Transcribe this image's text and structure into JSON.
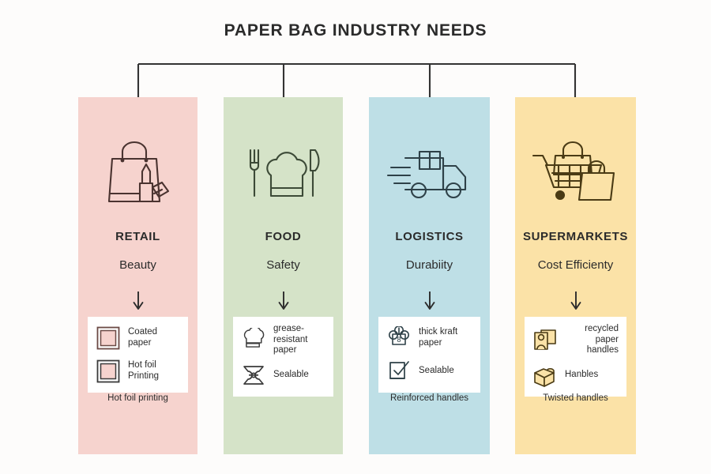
{
  "title": "PAPER BAG INDUSTRY NEEDS",
  "colors": {
    "background": "#fdfcfb",
    "connector": "#333333",
    "text": "#2b2b2b",
    "box": "#ffffff",
    "retail": "#f6d3ce",
    "food": "#d5e3c8",
    "logistics": "#bedfe6",
    "supermarkets": "#fbe2a7"
  },
  "columns": [
    {
      "id": "retail",
      "title": "RETAIL",
      "subtitle": "Beauty",
      "hero_icon": "shopping-bag-with-cosmetics-icon",
      "arrow_icon": "down-arrow-icon",
      "features": [
        {
          "icon": "nested-square-icon",
          "label": "Coated paper"
        },
        {
          "icon": "nested-square-icon",
          "label": "Hot foil Printing"
        }
      ],
      "footer": "Hot foil printing"
    },
    {
      "id": "food",
      "title": "FOOD",
      "subtitle": "Safety",
      "hero_icon": "fork-chef-hat-knife-icon",
      "arrow_icon": "down-arrow-icon",
      "features": [
        {
          "icon": "chef-hat-icon",
          "label": "grease-resistant paper"
        },
        {
          "icon": "sealed-wrapper-icon",
          "label": "Sealable"
        }
      ],
      "footer": ""
    },
    {
      "id": "logistics",
      "title": "LOGISTICS",
      "subtitle": "Durabiity",
      "hero_icon": "delivery-truck-icon",
      "arrow_icon": "down-arrow-icon",
      "features": [
        {
          "icon": "kraft-package-icon",
          "label": "thick kraft paper"
        },
        {
          "icon": "checked-clipboard-icon",
          "label": "Sealable"
        }
      ],
      "footer": "Reinforced handles"
    },
    {
      "id": "supermarkets",
      "title": "SUPERMARKETS",
      "subtitle": "Cost Efficienty",
      "hero_icon": "shopping-cart-with-bags-icon",
      "arrow_icon": "down-arrow-icon",
      "features": [
        {
          "icon": "recycled-paper-person-icon",
          "label": "recycled paper handles"
        },
        {
          "icon": "box-with-handle-icon",
          "label": "Hanbles"
        }
      ],
      "footer": "Twisted handles"
    }
  ]
}
